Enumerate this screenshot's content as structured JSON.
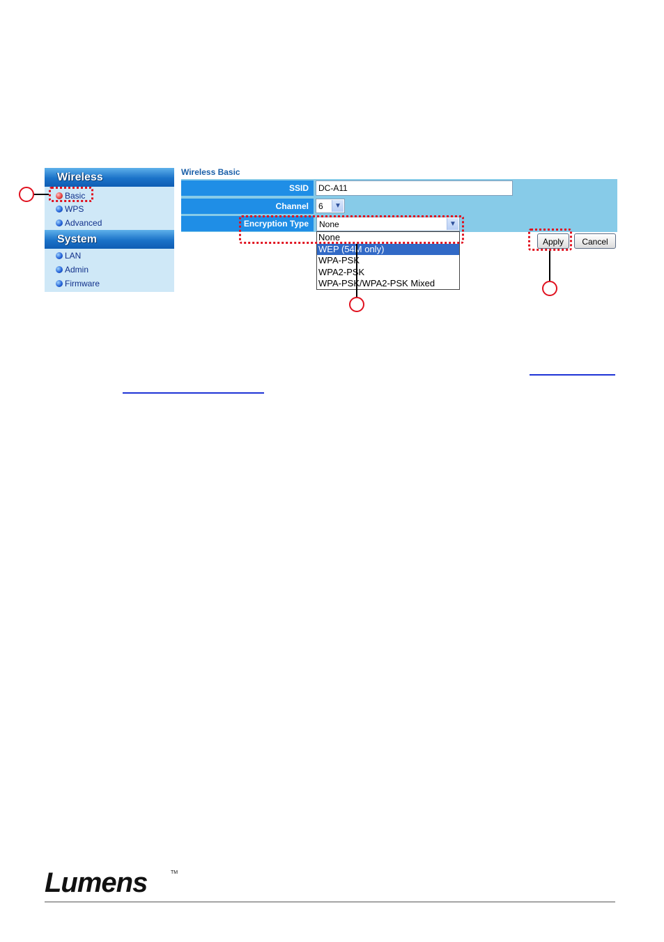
{
  "sidebar": {
    "wireless_header": "Wireless",
    "wireless_items": [
      {
        "label": "Basic",
        "icon": "red-bullet-icon"
      },
      {
        "label": "WPS",
        "icon": "blue-bullet-icon"
      },
      {
        "label": "Advanced",
        "icon": "blue-bullet-icon"
      }
    ],
    "system_header": "System",
    "system_items": [
      {
        "label": "LAN",
        "icon": "blue-bullet-icon"
      },
      {
        "label": "Admin",
        "icon": "blue-bullet-icon"
      },
      {
        "label": "Firmware",
        "icon": "blue-bullet-icon"
      }
    ]
  },
  "form": {
    "title": "Wireless Basic",
    "ssid_label": "SSID",
    "ssid_value": "DC-A11",
    "channel_label": "Channel",
    "channel_value": "6",
    "encryption_label": "Encryption Type",
    "encryption_value": "None",
    "encryption_options": [
      "None",
      "WEP (54M only)",
      "WPA-PSK",
      "WPA2-PSK",
      "WPA-PSK/WPA2-PSK Mixed"
    ],
    "highlighted_option": "WEP (54M only)"
  },
  "buttons": {
    "apply": "Apply",
    "cancel": "Cancel"
  },
  "colors": {
    "annotation_red": "#e0101e",
    "panel_blue": "#87cbe8",
    "label_blue": "#1f8ee6",
    "selection_blue": "#3169c6"
  },
  "footer": {
    "logo_text": "Lumens",
    "trademark": "TM"
  }
}
